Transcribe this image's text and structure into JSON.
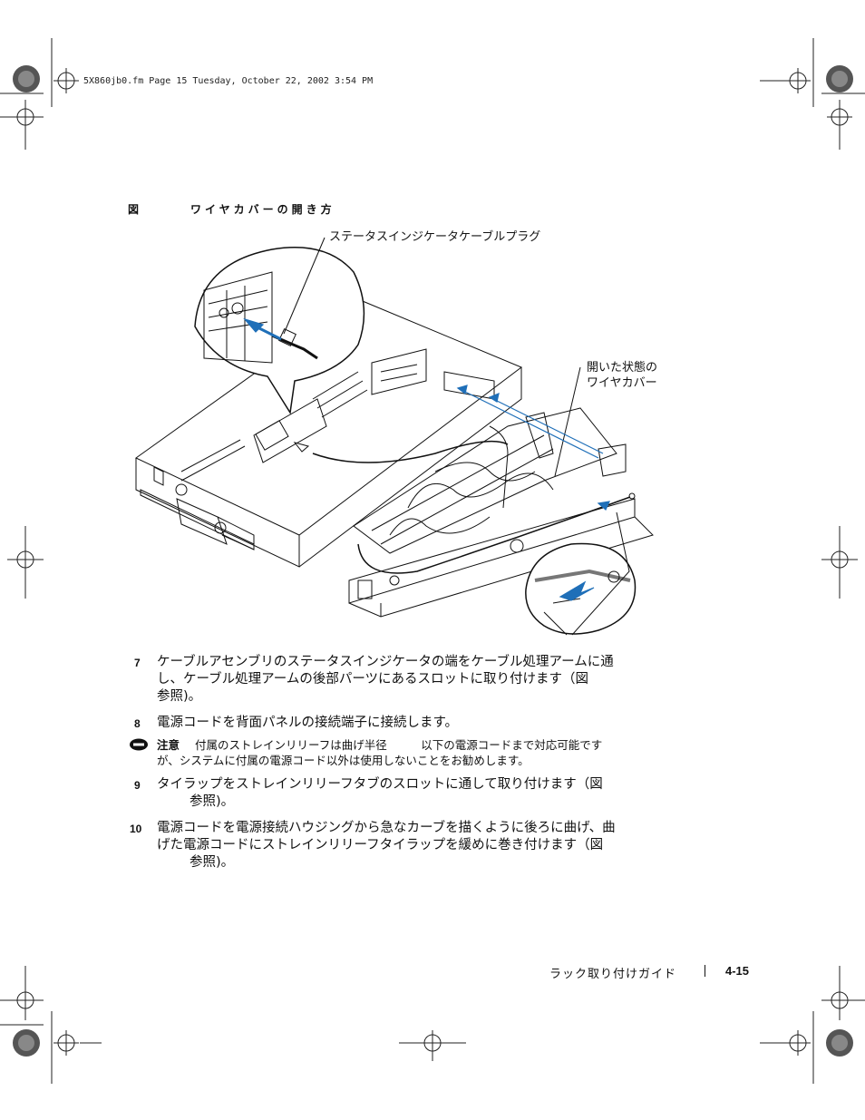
{
  "header": {
    "stamp": "5X860jb0.fm  Page 15  Tuesday, October 22, 2002  3:54 PM"
  },
  "figure": {
    "label": "図",
    "title": "ワイヤカバーの開き方",
    "callouts": {
      "status_plug": "ステータスインジケータケーブルプラグ",
      "cover_line1": "開いた状態の",
      "cover_line2": "ワイヤカバー"
    }
  },
  "steps": [
    {
      "num": "7",
      "lines": [
        "ケーブルアセンブリのステータスインジケータの端をケーブル処理アームに通",
        "し、ケーブル処理アームの後部パーツにあるスロットに取り付けます（図",
        "参照)。"
      ]
    },
    {
      "num": "8",
      "lines": [
        "電源コードを背面パネルの接続端子に接続します。"
      ]
    },
    {
      "num": "9",
      "lines": [
        "タイラップをストレインリリーフタブのスロットに通して取り付けます（図",
        "参照)。"
      ]
    },
    {
      "num": "10",
      "lines": [
        "電源コードを電源接続ハウジングから急なカーブを描くように後ろに曲げ、曲",
        "げた電源コードにストレインリリーフタイラップを緩めに巻き付けます（図",
        "参照)。"
      ]
    }
  ],
  "note": {
    "label": "注意",
    "line1": "付属のストレインリリーフは曲げ半径　　　以下の電源コードまで対応可能です",
    "line2": "が、システムに付属の電源コード以外は使用しないことをお勧めします。"
  },
  "footer": {
    "title": "ラック取り付けガイド",
    "page": "4-15"
  },
  "colors": {
    "ink": "#111111",
    "arrow_blue": "#1f6fb8",
    "registration": "#222222"
  }
}
